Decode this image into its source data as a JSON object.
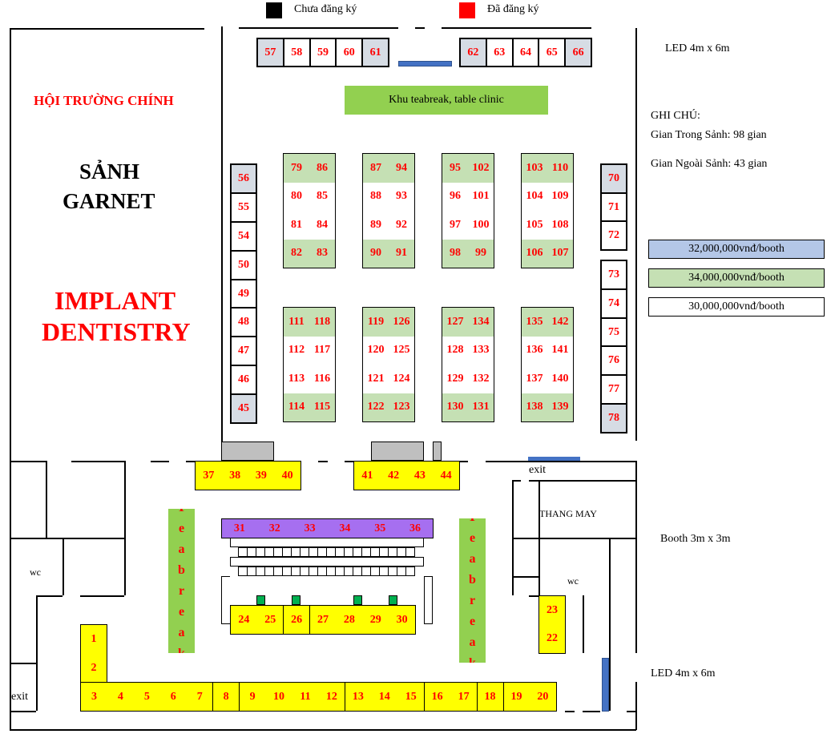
{
  "legend": {
    "unregistered": "Chưa đăng ký",
    "registered": "Đã đăng ký"
  },
  "colors": {
    "g": "#d6dce4",
    "w": "#ffffff",
    "l": "#c5e0b4",
    "y": "#ffff00",
    "p": "#a66ff0",
    "teabreak": "#92d050",
    "blue": "#4472c4",
    "gray": "#bfbfbf"
  },
  "hall": {
    "title": "HỘI TRƯỜNG CHÍNH",
    "garnet_1": "SẢNH",
    "garnet_2": "GARNET",
    "implant_1": "IMPLANT",
    "implant_2": "DENTISTRY"
  },
  "teabreak_area": "Khu teabreak, table clinic",
  "teabreak_vertical": "Teabreak",
  "notes": {
    "led_top": "LED 4m x 6m",
    "header": "GHI CHÚ:",
    "inside": "Gian Trong Sảnh: 98 gian",
    "outside": "Gian Ngoài Sảnh: 43 gian",
    "booth_size": "Booth 3m x 3m",
    "led_bottom": "LED 4m x 6m"
  },
  "prices": [
    {
      "label": "32,000,000vnđ/booth",
      "fill": "#b4c7e7"
    },
    {
      "label": "34,000,000vnđ/booth",
      "fill": "#c5e0b4"
    },
    {
      "label": "30,000,000vnđ/booth",
      "fill": "#ffffff"
    }
  ],
  "rooms": {
    "exit_right": "exit",
    "elevator": "THANG MAY",
    "wc_right": "wc",
    "wc_left": "wc",
    "exit_left": "exit"
  },
  "groups": {
    "top-left": [
      [
        "57",
        "g"
      ],
      [
        "58",
        "w"
      ],
      [
        "59",
        "w"
      ],
      [
        "60",
        "w"
      ],
      [
        "61",
        "g"
      ]
    ],
    "top-right": [
      [
        "62",
        "g"
      ],
      [
        "63",
        "w"
      ],
      [
        "64",
        "w"
      ],
      [
        "65",
        "w"
      ],
      [
        "66",
        "g"
      ]
    ],
    "left-col": [
      [
        "56",
        "g"
      ],
      [
        "55",
        "w"
      ],
      [
        "54",
        "w"
      ],
      [
        "50",
        "w"
      ],
      [
        "49",
        "w"
      ],
      [
        "48",
        "w"
      ],
      [
        "47",
        "w"
      ],
      [
        "46",
        "w"
      ],
      [
        "45",
        "g"
      ]
    ],
    "right-col-a": [
      [
        "70",
        "g"
      ],
      [
        "71",
        "w"
      ],
      [
        "72",
        "w"
      ]
    ],
    "right-col-b": [
      [
        "73",
        "w"
      ],
      [
        "74",
        "w"
      ],
      [
        "75",
        "w"
      ],
      [
        "76",
        "w"
      ],
      [
        "77",
        "w"
      ],
      [
        "78",
        "g"
      ]
    ],
    "row-37": [
      [
        "37",
        "y"
      ],
      [
        "38",
        "y"
      ],
      [
        "39",
        "y"
      ],
      [
        "40",
        "y"
      ]
    ],
    "row-41": [
      [
        "41",
        "y"
      ],
      [
        "42",
        "y"
      ],
      [
        "43",
        "y"
      ],
      [
        "44",
        "y"
      ]
    ],
    "row-31": [
      [
        "31",
        "p"
      ],
      [
        "32",
        "p"
      ],
      [
        "33",
        "p"
      ],
      [
        "34",
        "p"
      ],
      [
        "35",
        "p"
      ],
      [
        "36",
        "p"
      ]
    ],
    "row-24": [
      [
        "24",
        "y"
      ],
      [
        "25",
        "y"
      ],
      [
        "26",
        "y"
      ],
      [
        "27",
        "y"
      ],
      [
        "28",
        "y"
      ],
      [
        "29",
        "y"
      ],
      [
        "30",
        "y"
      ]
    ],
    "col-1": [
      [
        "1",
        "y"
      ],
      [
        "2",
        "y"
      ]
    ],
    "row-3": [
      [
        "3",
        "y"
      ],
      [
        "4",
        "y"
      ],
      [
        "5",
        "y"
      ],
      [
        "6",
        "y"
      ],
      [
        "7",
        "y"
      ],
      [
        "8",
        "y"
      ],
      [
        "9",
        "y"
      ],
      [
        "10",
        "y"
      ],
      [
        "11",
        "y"
      ],
      [
        "12",
        "y"
      ],
      [
        "13",
        "y"
      ],
      [
        "14",
        "y"
      ],
      [
        "15",
        "y"
      ],
      [
        "16",
        "y"
      ],
      [
        "17",
        "y"
      ],
      [
        "18",
        "y"
      ],
      [
        "19",
        "y"
      ],
      [
        "20",
        "y"
      ]
    ],
    "col-23": [
      [
        "23",
        "y"
      ],
      [
        "22",
        "y"
      ]
    ]
  },
  "blocks": [
    [
      "79",
      "86",
      "80",
      "85",
      "81",
      "84",
      "82",
      "83"
    ],
    [
      "87",
      "94",
      "88",
      "93",
      "89",
      "92",
      "90",
      "91"
    ],
    [
      "95",
      "102",
      "96",
      "101",
      "97",
      "100",
      "98",
      "99"
    ],
    [
      "103",
      "110",
      "104",
      "109",
      "105",
      "108",
      "106",
      "107"
    ],
    [
      "111",
      "118",
      "112",
      "117",
      "113",
      "116",
      "114",
      "115"
    ],
    [
      "119",
      "126",
      "120",
      "125",
      "121",
      "124",
      "122",
      "123"
    ],
    [
      "127",
      "134",
      "128",
      "133",
      "129",
      "132",
      "130",
      "131"
    ],
    [
      "135",
      "142",
      "136",
      "141",
      "137",
      "140",
      "138",
      "139"
    ]
  ],
  "block_row_fills": [
    "l",
    "w",
    "w",
    "l"
  ]
}
